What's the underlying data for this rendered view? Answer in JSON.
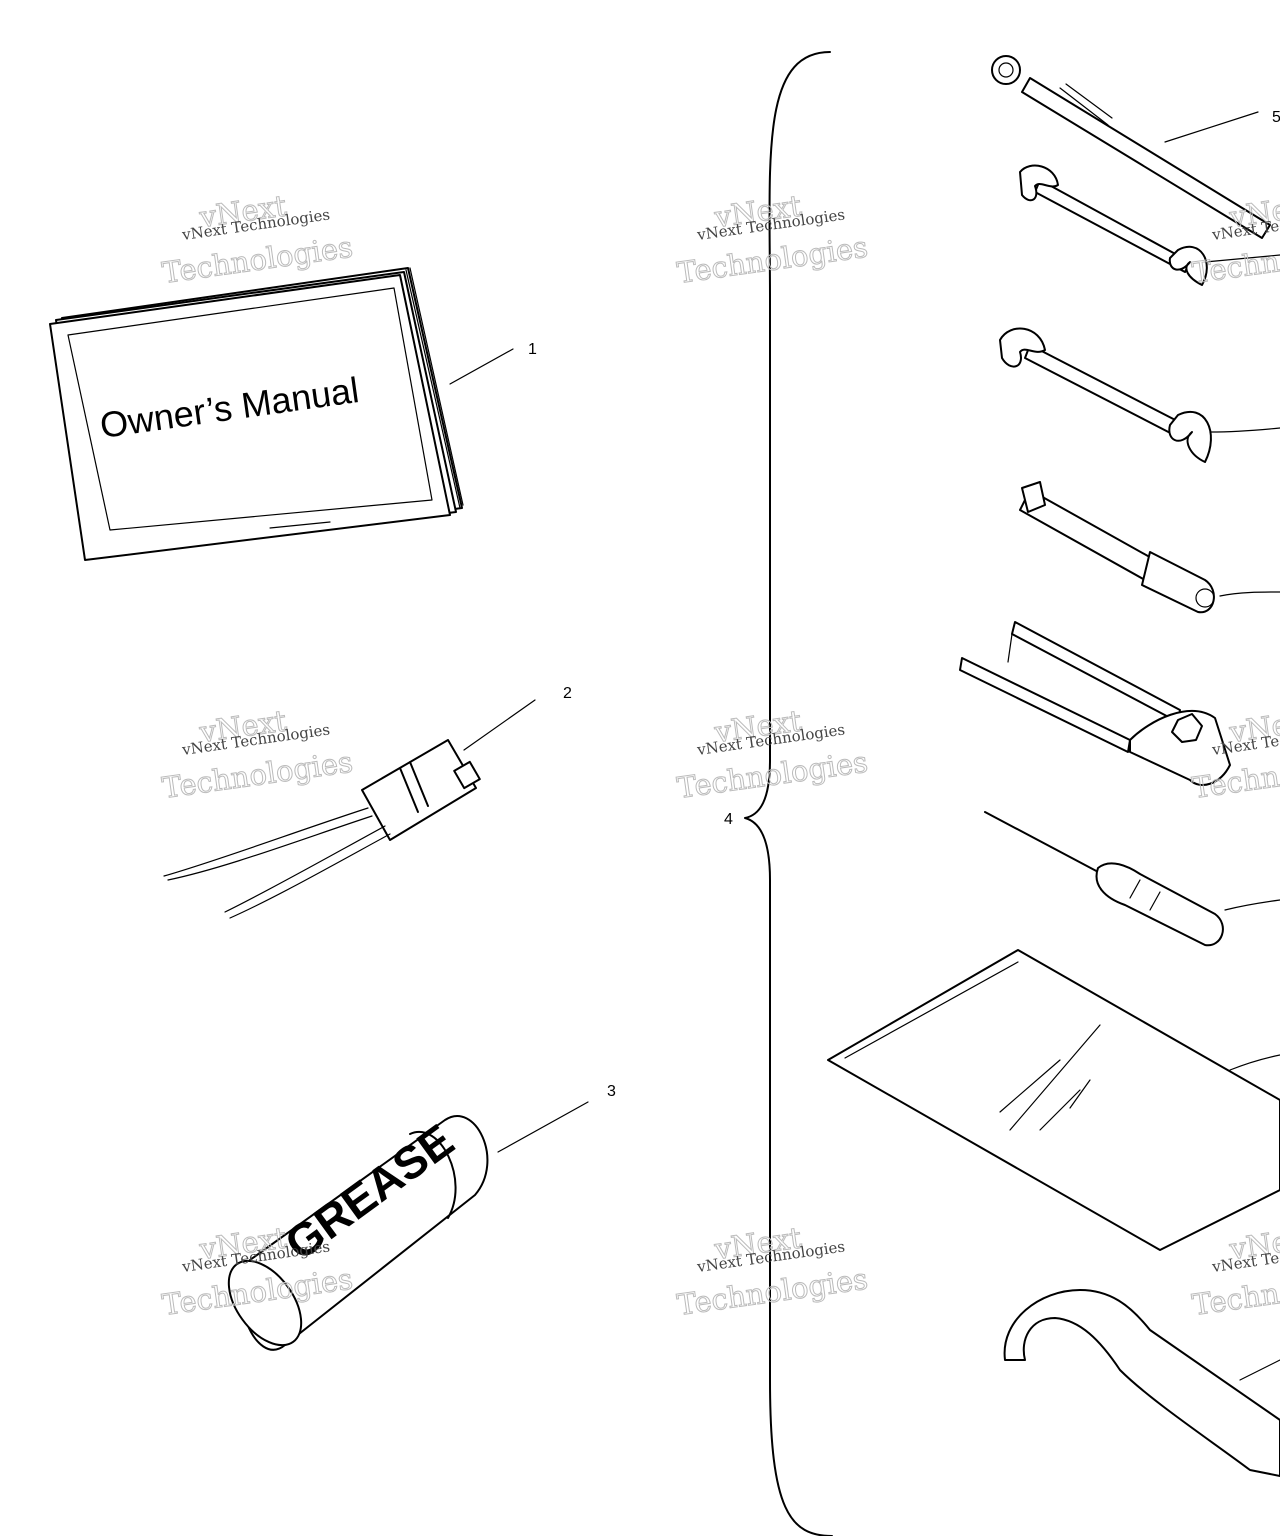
{
  "callouts": [
    "1",
    "2",
    "3",
    "4",
    "5"
  ],
  "manual_cover_text": "Owner’s Manual",
  "grease_tube_text": "GREASE",
  "watermark": {
    "line1": "vNext Technologies",
    "line2": "vNext",
    "line3": "Technologies"
  }
}
